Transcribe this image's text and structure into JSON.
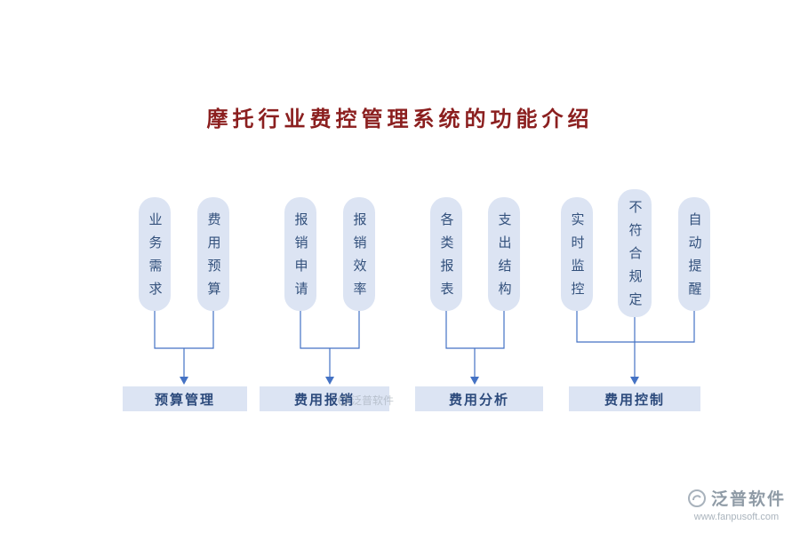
{
  "title": "摩托行业费控管理系统的功能介绍",
  "groups": [
    {
      "items": [
        "业务需求",
        "费用预算"
      ],
      "result": "预算管理"
    },
    {
      "items": [
        "报销申请",
        "报销效率"
      ],
      "result": "费用报销"
    },
    {
      "items": [
        "各类报表",
        "支出结构"
      ],
      "result": "费用分析"
    },
    {
      "items": [
        "实时监控",
        "不符合规定",
        "自动提醒"
      ],
      "result": "费用控制"
    }
  ],
  "watermark": "泛普软件",
  "logo": {
    "name": "泛普软件",
    "url": "www.fanpusoft.com"
  },
  "colors": {
    "title": "#8b1f1f",
    "box_fill": "#dce4f3",
    "box_text": "#33517c",
    "result_text": "#2c4a7c",
    "line": "#4472c4",
    "logo_gray": "#8f9ba6"
  }
}
